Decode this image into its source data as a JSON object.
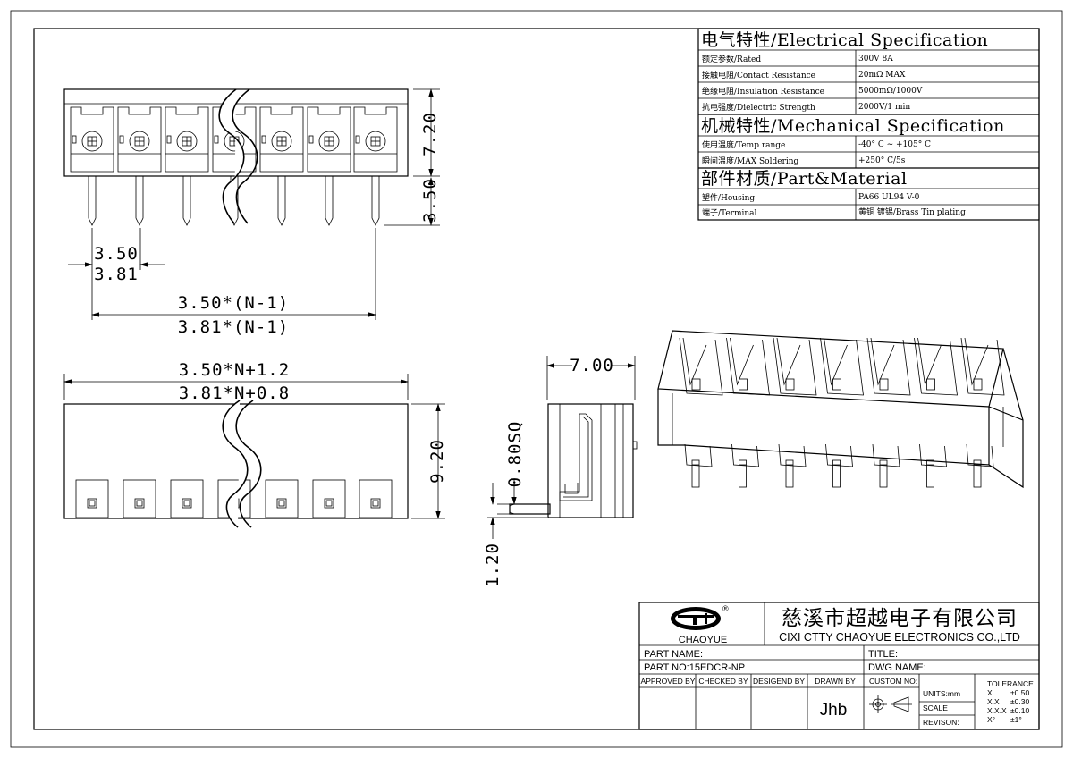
{
  "dimensions": {
    "pitch_a": "3.50",
    "pitch_b": "3.81",
    "span_a": "3.50*(N-1)",
    "span_b": "3.81*(N-1)",
    "total_a": "3.50*N+1.2",
    "total_b": "3.81*N+0.8",
    "height_top": "7.20",
    "pin_length": "3.50",
    "front_height": "9.20",
    "side_depth": "7.00",
    "pin_square": "0.80SQ",
    "pin_offset": "1.20"
  },
  "specs": {
    "electrical_title": "电气特性/Electrical Specification",
    "electrical_rows": [
      {
        "label": "额定参数/Rated",
        "value": "300V  8A"
      },
      {
        "label": "接触电阻/Contact Resistance",
        "value": "20mΩ MAX"
      },
      {
        "label": "绝缘电阻/Insulation Resistance",
        "value": "5000mΩ/1000V"
      },
      {
        "label": "抗电强度/Dielectric Strength",
        "value": "2000V/1 min"
      }
    ],
    "mechanical_title": "机械特性/Mechanical Specification",
    "mechanical_rows": [
      {
        "label": "使用温度/Temp range",
        "value": "-40° C ~ +105° C"
      },
      {
        "label": "瞬间温度/MAX Soldering",
        "value": "+250° C/5s"
      }
    ],
    "material_title": "部件材质/Part&Material",
    "material_rows": [
      {
        "label": "塑件/Housing",
        "value": "PA66 UL94 V-0"
      },
      {
        "label": "端子/Terminal",
        "value": "黄铜 镀锡/Brass Tin plating"
      }
    ]
  },
  "title_block": {
    "logo_text": "CHAOYUE",
    "logo_registered": "®",
    "company_cn": "慈溪市超越电子有限公司",
    "company_en": "CIXI CTTY CHAOYUE ELECTRONICS CO.,LTD",
    "part_name_label": "PART NAME:",
    "title_label": "TITLE:",
    "part_no_label": "PART NO:15EDCR-NP",
    "dwg_name_label": "DWG NAME:",
    "approved_by": "APPROVED BY",
    "checked_by": "CHECKED BY",
    "designed_by": "DESIGEND BY",
    "drawn_by": "DRAWN BY",
    "custom_no": "CUSTOM NO:",
    "drawn_by_value": "Jhb",
    "units": "UNITS:mm",
    "scale": "SCALE",
    "revision": "REVISON:",
    "tolerance_title": "TOLERANCE",
    "tolerance_rows": [
      {
        "k": "X.",
        "v": "±0.50"
      },
      {
        "k": "X.X",
        "v": "±0.30"
      },
      {
        "k": "X.X.X",
        "v": "±0.10"
      },
      {
        "k": "X°",
        "v": "±1°"
      }
    ]
  }
}
